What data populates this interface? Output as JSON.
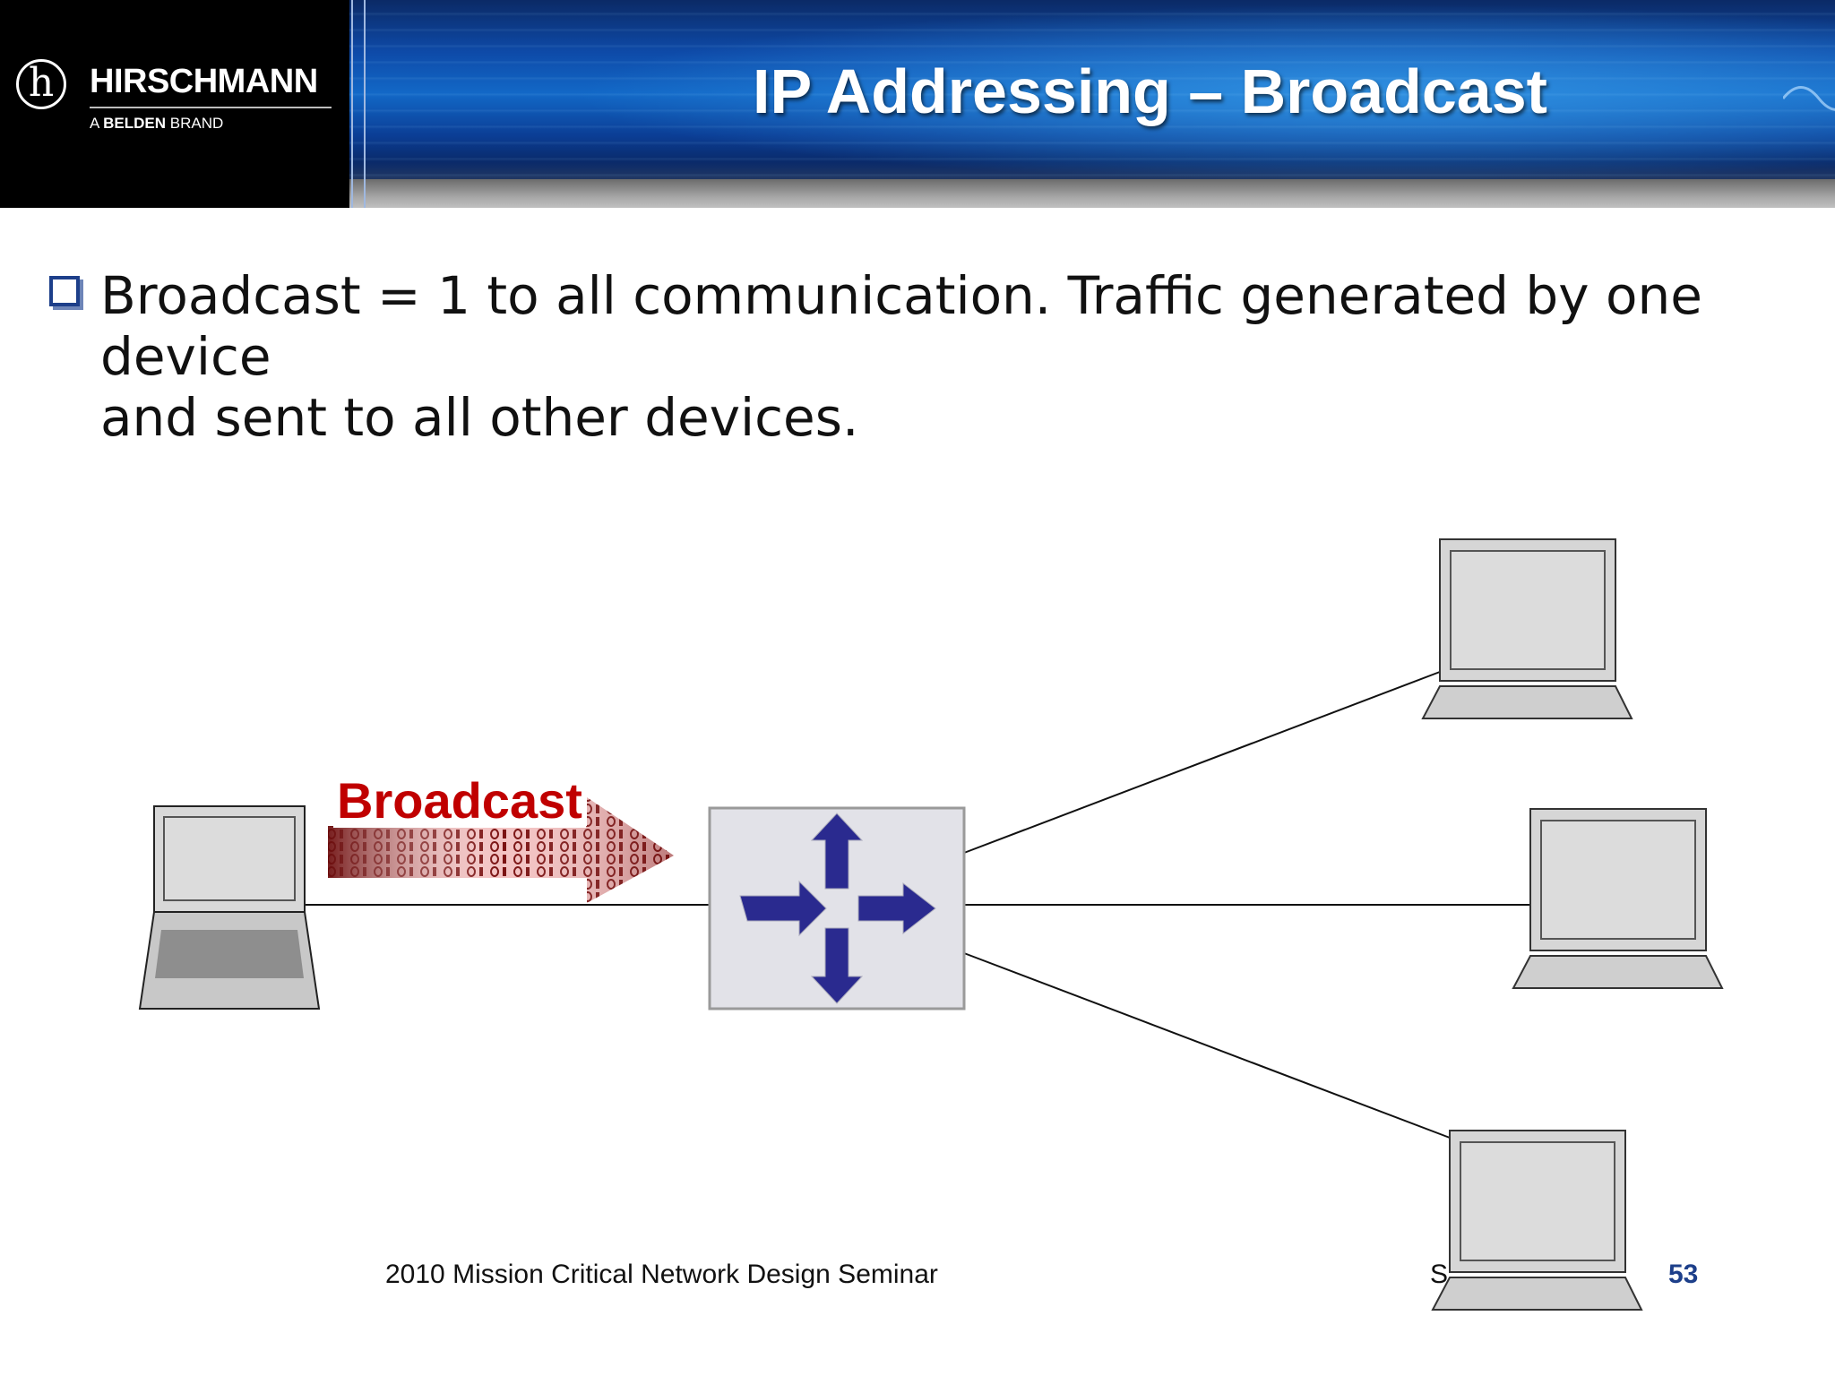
{
  "header": {
    "brand_name": "HIRSCHMANN",
    "brand_sub_prefix": "A",
    "brand_sub_bold": "BELDEN",
    "brand_sub_suffix": "BRAND",
    "logo_glyph": "h",
    "title": "IP Addressing – Broadcast"
  },
  "content": {
    "bullet_line_1": "Broadcast = 1 to all communication. Traffic generated by one device",
    "bullet_line_2": "and sent to all other devices."
  },
  "diagram": {
    "arrow_label": "Broadcast",
    "nodes": [
      {
        "id": "sender",
        "type": "laptop-icon"
      },
      {
        "id": "switch",
        "type": "switch-icon"
      },
      {
        "id": "receiver-top",
        "type": "laptop-icon"
      },
      {
        "id": "receiver-middle",
        "type": "laptop-icon"
      },
      {
        "id": "receiver-bottom",
        "type": "laptop-icon"
      }
    ],
    "links": [
      [
        "sender",
        "switch"
      ],
      [
        "switch",
        "receiver-top"
      ],
      [
        "switch",
        "receiver-middle"
      ],
      [
        "switch",
        "receiver-bottom"
      ]
    ],
    "colors": {
      "arrow_label": "#c00000",
      "switch_arrows": "#2a2a8f",
      "bullet": "#1d3f8a"
    }
  },
  "footer": {
    "seminar": "2010 Mission Critical Network Design Seminar",
    "date_partial": "S",
    "page_number": "53"
  }
}
